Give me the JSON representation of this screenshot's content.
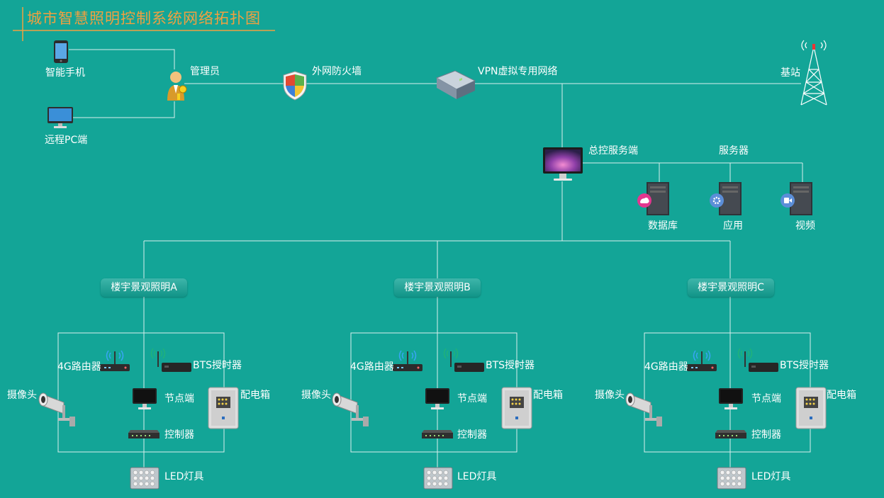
{
  "title": "城市智慧照明控制系统网络拓扑图",
  "top": {
    "phone": "智能手机",
    "remote_pc": "远程PC端",
    "admin": "管理员",
    "firewall": "外网防火墙",
    "vpn": "VPN虚拟专用网络",
    "base_station": "基站",
    "master_server": "总控服务端",
    "servers": "服务器",
    "database": "数据库",
    "application": "应用",
    "video": "视频"
  },
  "zones": [
    {
      "name": "楼宇景观照明A",
      "router": "4G路由器",
      "bts": "BTS授时器",
      "camera": "摄像头",
      "node": "节点端",
      "box": "配电箱",
      "controller": "控制器",
      "led": "LED灯具"
    },
    {
      "name": "楼宇景观照明B",
      "router": "4G路由器",
      "bts": "BTS授时器",
      "camera": "摄像头",
      "node": "节点端",
      "box": "配电箱",
      "controller": "控制器",
      "led": "LED灯具"
    },
    {
      "name": "楼宇景观照明C",
      "router": "4G路由器",
      "bts": "BTS授时器",
      "camera": "摄像头",
      "node": "节点端",
      "box": "配电箱",
      "controller": "控制器",
      "led": "LED灯具"
    }
  ],
  "colors": {
    "background": "#13a597",
    "title": "#f0a040",
    "line": "#d8efec"
  },
  "icons": [
    "phone-icon",
    "pc-icon",
    "admin-icon",
    "firewall-icon",
    "vpn-switch-icon",
    "tower-icon",
    "monitor-icon",
    "server-icon",
    "router-icon",
    "bts-icon",
    "camera-icon",
    "node-monitor-icon",
    "box-icon",
    "controller-icon",
    "led-icon"
  ]
}
